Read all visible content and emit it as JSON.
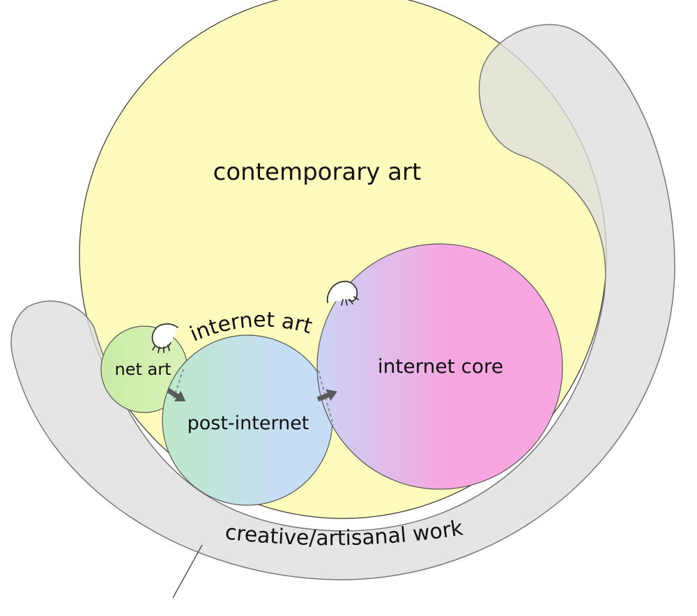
{
  "labels": {
    "contemporary_art": "contemporary art",
    "internet_art": "internet art",
    "net_art": "net art",
    "post_internet": "post-internet",
    "internet_core": "internet core",
    "creative_work": "creative/artisanal work"
  },
  "colors": {
    "contemporary_fill": "#fdfcbd",
    "creative_band": "#dedede",
    "outline": "#555555",
    "net_art_fill": "#c9eca6",
    "post_internet_from": "#bde8c8",
    "post_internet_to": "#c6def5",
    "internet_core_from": "#c9d3f5",
    "internet_core_to": "#f8a6df",
    "arrow": "#5a5a5a"
  },
  "icons": [
    "pointing-hand-icon",
    "pointing-hand-icon",
    "arrow-right-icon",
    "arrow-right-icon"
  ]
}
